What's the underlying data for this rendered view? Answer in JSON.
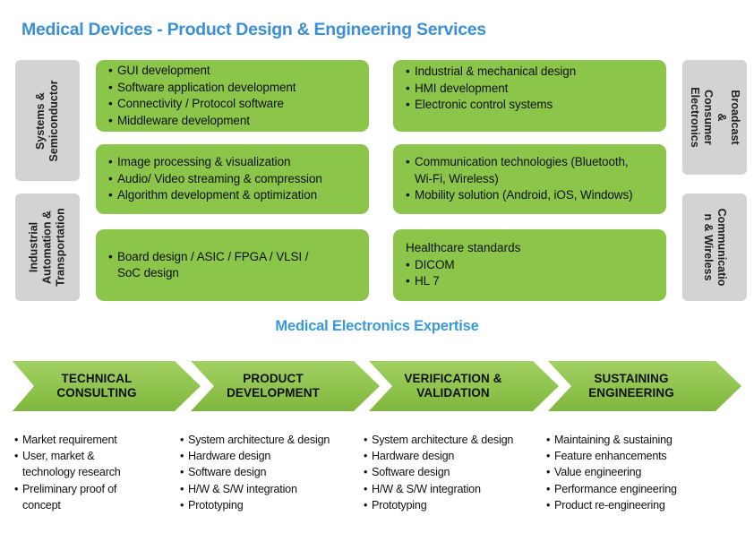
{
  "title": "Medical Devices - Product Design & Engineering Services",
  "subtitle": "Medical Electronics Expertise",
  "side_labels": {
    "left_top": "Systems &\nSemiconductor",
    "left_bottom": "Industrial\nAutomation &\nTransportation",
    "right_top": "Broadcast &\nConsumer\nElectronics",
    "right_bottom": "Communicatio\nn & Wireless"
  },
  "boxes": {
    "left_1": [
      "GUI development",
      "Software application development",
      "Connectivity / Protocol software",
      "Middleware development"
    ],
    "left_2": [
      "Image processing & visualization",
      "Audio/ Video streaming & compression",
      "Algorithm development & optimization"
    ],
    "left_3": [
      "Board design / ASIC / FPGA / VLSI / SoC design"
    ],
    "right_1": [
      "Industrial & mechanical design",
      "HMI development",
      "Electronic control systems"
    ],
    "right_2": [
      "Communication technologies (Bluetooth, Wi-Fi, Wireless)",
      "Mobility solution (Android, iOS, Windows)"
    ],
    "right_3_heading": "Healthcare standards",
    "right_3": [
      "DICOM",
      "HL 7"
    ]
  },
  "stages": [
    {
      "label": "TECHNICAL\nCONSULTING",
      "items": [
        "Market requirement",
        "User, market & technology research",
        "Preliminary proof of concept"
      ]
    },
    {
      "label": "PRODUCT\nDEVELOPMENT",
      "items": [
        "System architecture & design",
        "Hardware design",
        "Software design",
        "H/W & S/W integration",
        "Prototyping"
      ]
    },
    {
      "label": "VERIFICATION &\nVALIDATION",
      "items": [
        "System architecture & design",
        "Hardware design",
        "Software design",
        "H/W & S/W integration",
        "Prototyping"
      ]
    },
    {
      "label": "SUSTAINING\nENGINEERING",
      "items": [
        "Maintaining & sustaining",
        "Feature enhancements",
        "Value engineering",
        "Performance engineering",
        "Product re-engineering"
      ]
    }
  ],
  "colors": {
    "title_blue": "#3a8fd6",
    "green_box": "#8bc54a",
    "gray_box": "#d3d3d3",
    "chevron_green": "#8bc54a"
  }
}
